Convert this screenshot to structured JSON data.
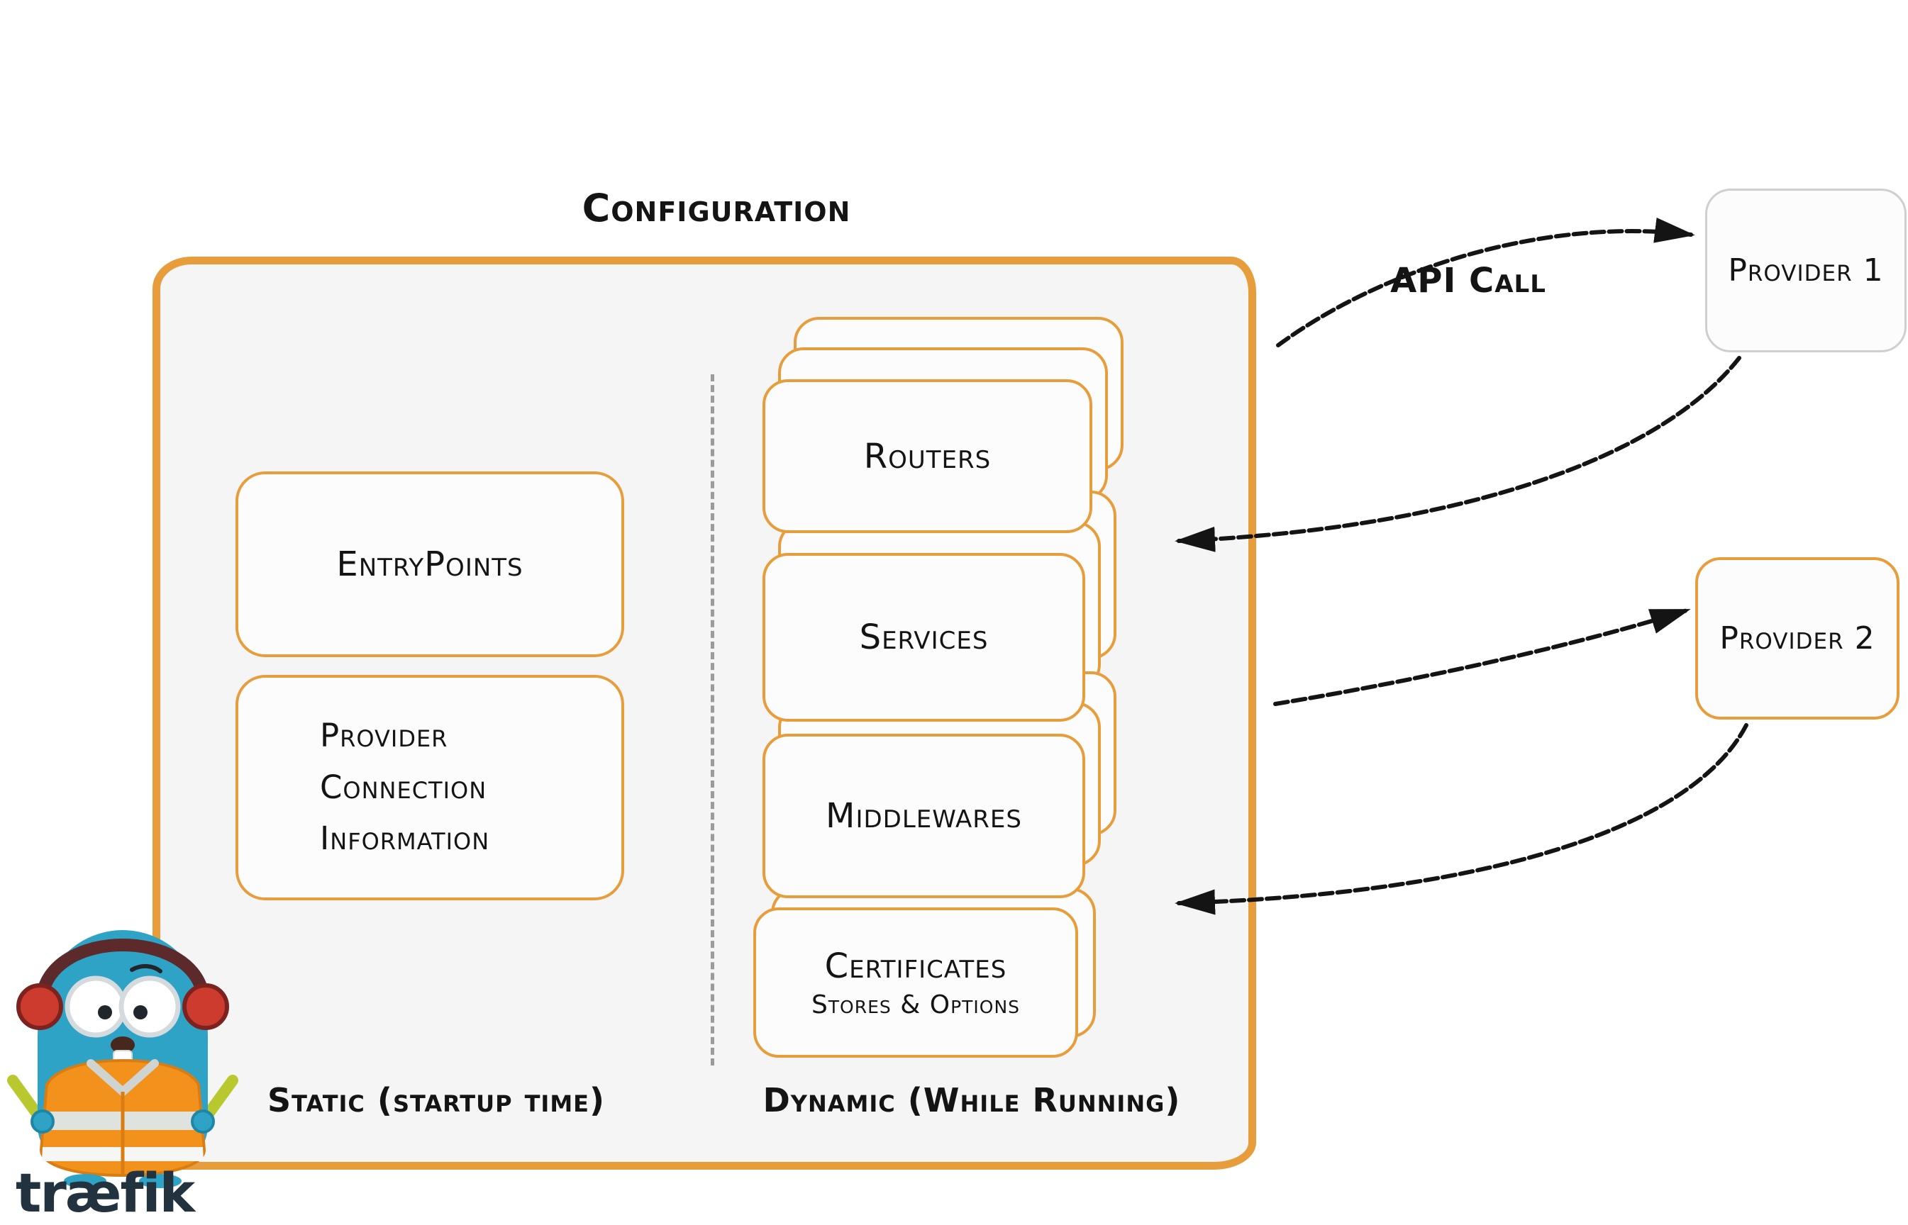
{
  "colors": {
    "accent_orange": "#E89D3C",
    "panel_fill": "#F5F5F5",
    "card_fill": "#FCFCFC",
    "divider_gray": "#9B9B9B",
    "provider1_border": "#CFCFCF",
    "arrow_black": "#141414",
    "text_color": "#141414",
    "teal": "#2FA3C6",
    "vest_orange": "#F2921D",
    "wordmark_color": "#23323F"
  },
  "diagram": {
    "title": "Configuration",
    "static": {
      "entrypoints": "EntryPoints",
      "provider_info_lines": [
        "Provider",
        "Connection",
        "Information"
      ],
      "caption": "Static (startup time)"
    },
    "dynamic": {
      "routers": "Routers",
      "services": "Services",
      "middlewares": "Middlewares",
      "certificates_title": "Certificates",
      "certificates_subtitle": "Stores & Options",
      "caption": "Dynamic (While Running)"
    },
    "api_call": "API Call",
    "provider1": "Provider 1",
    "provider2": "Provider 2"
  },
  "logo": {
    "wordmark": "træfik",
    "mascot": "traefik-gopher-with-headphones-safety-vest-and-glow-sticks"
  }
}
